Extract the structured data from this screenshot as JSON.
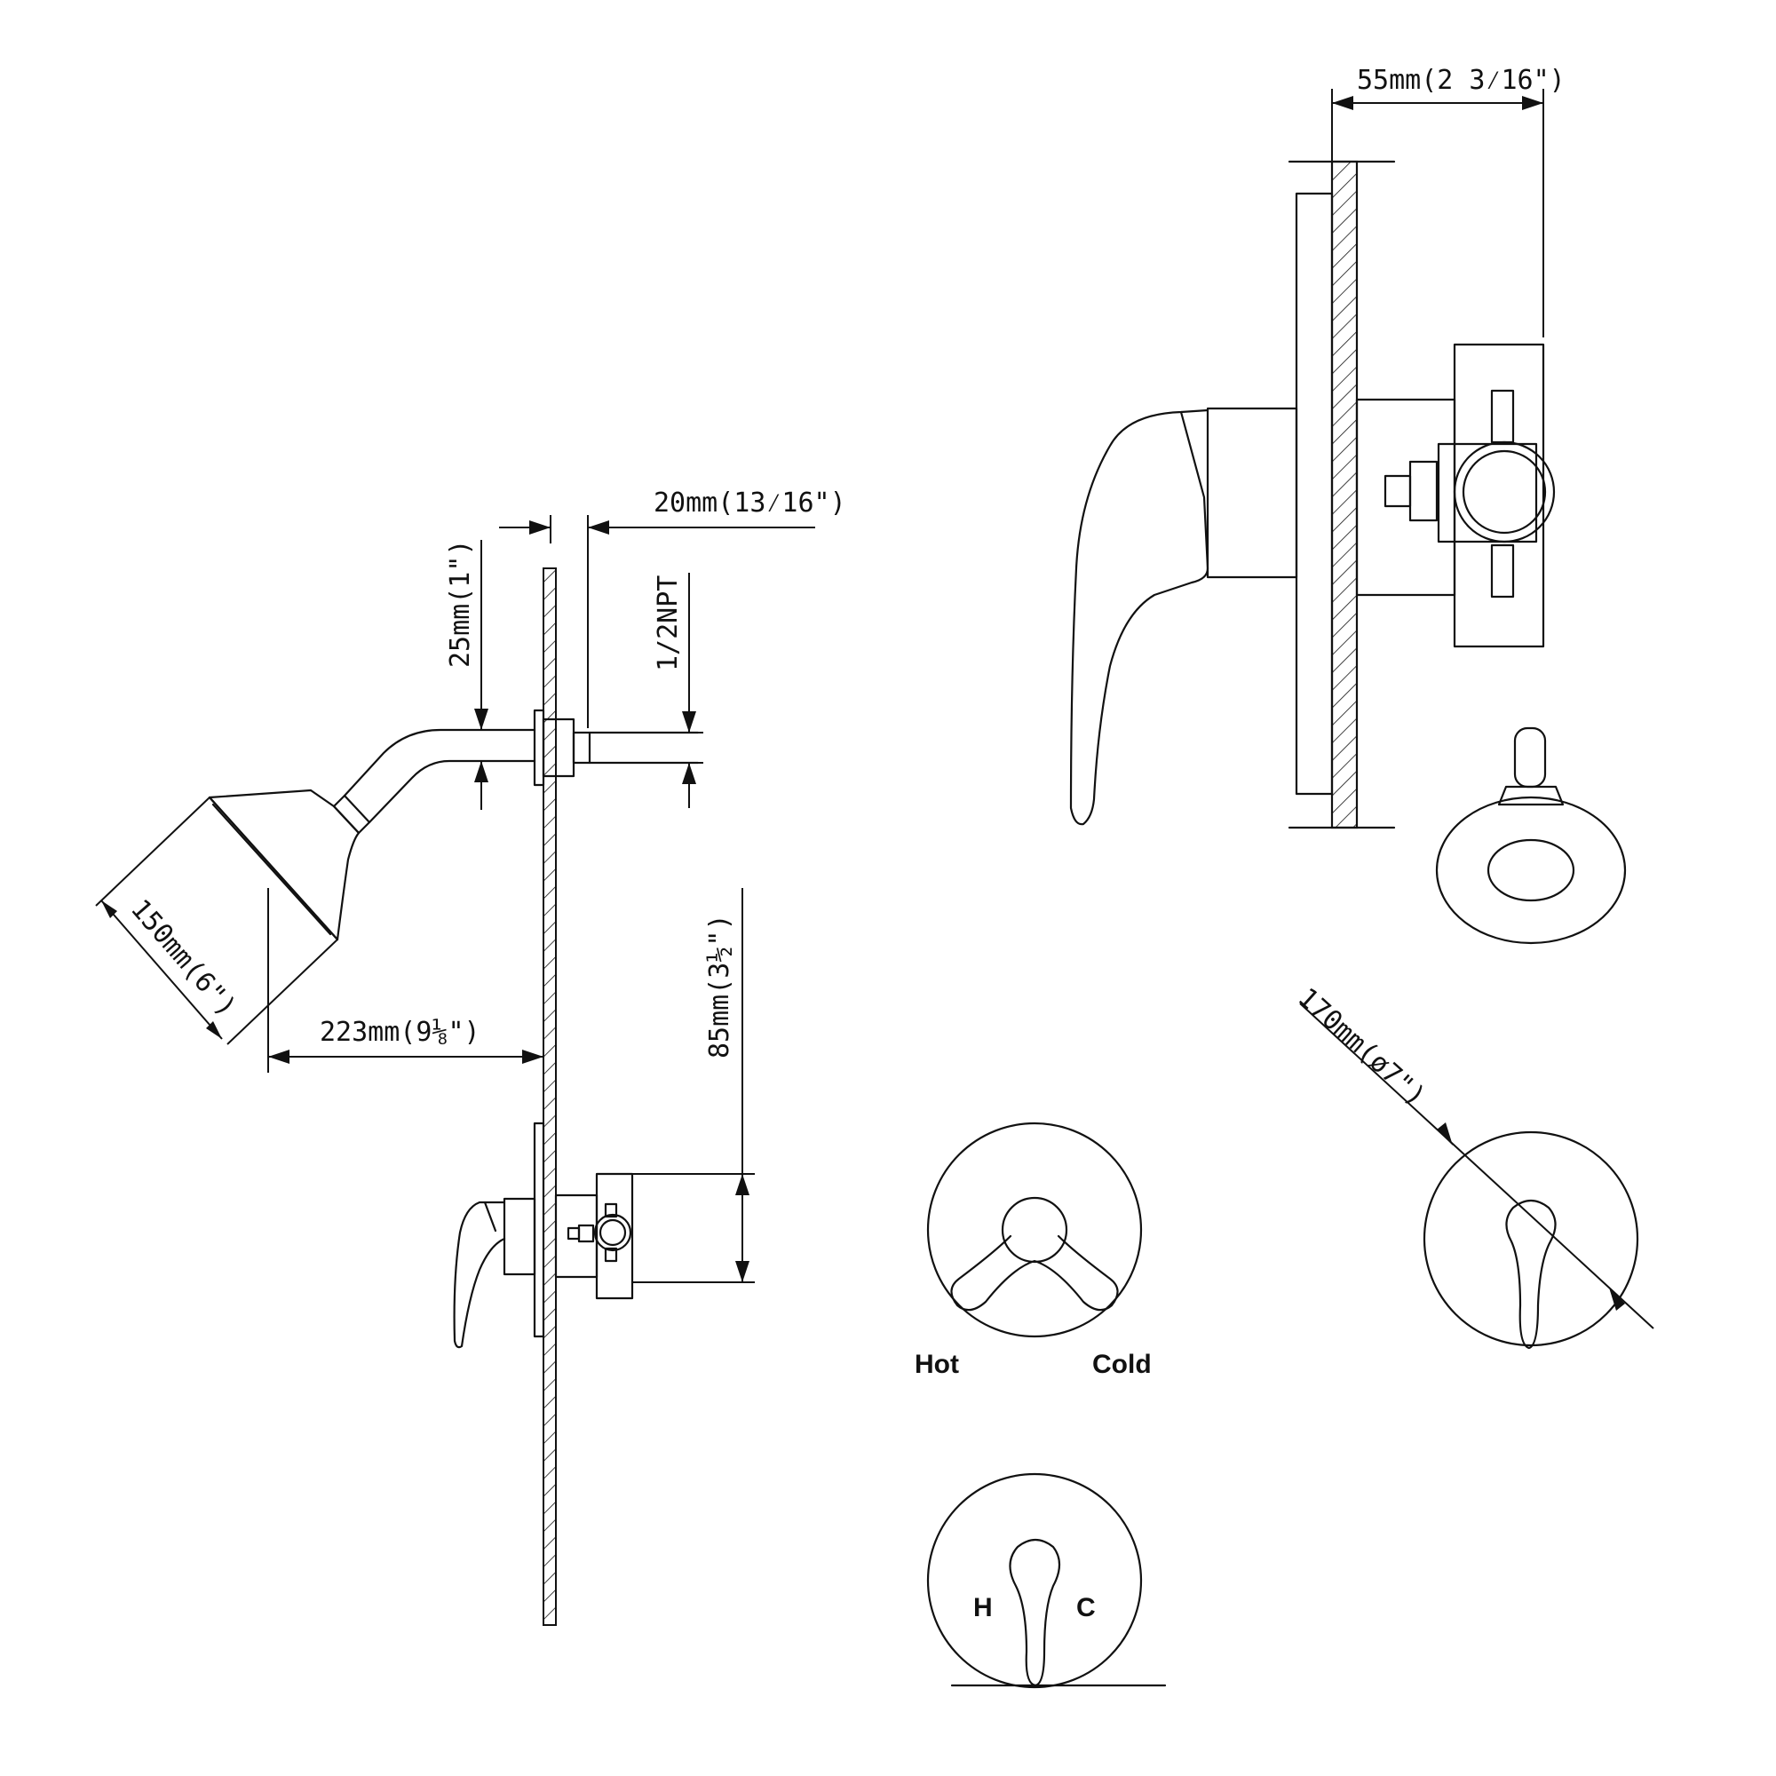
{
  "colors": {
    "line": "#111111",
    "background": "#ffffff"
  },
  "dimensions": {
    "head_diameter": "150mm(6\")",
    "reach": "223mm(9⅛\")",
    "arm_drop": "25mm(1\")",
    "pipe_thread": "1/2NPT",
    "wall_offset": "20mm(13⁄16\")",
    "valve_height": "85mm(3½\")",
    "valve_depth": "55mm(2 3⁄16\")",
    "trim_diameter": "170mm(ø7\")"
  },
  "labels": {
    "hot": "Hot",
    "cold": "Cold",
    "h": "H",
    "c": "C"
  }
}
